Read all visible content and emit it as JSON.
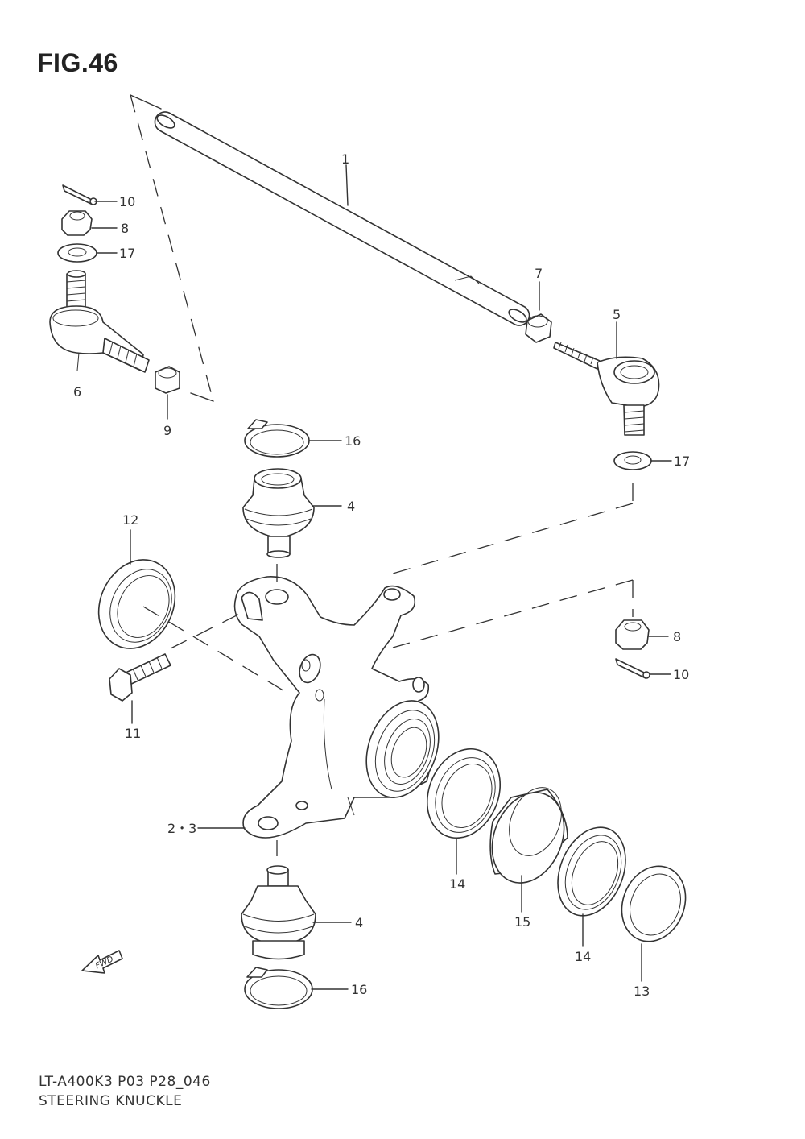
{
  "figure": {
    "title": "FIG.46"
  },
  "footer": {
    "model_code": "LT-A400K3 P03 P28_046",
    "part_name": "STEERING KNUCKLE"
  },
  "fwd_label": "FWD",
  "callouts": {
    "c1": "1",
    "c5": "5",
    "c7": "7",
    "c10a": "10",
    "c8a": "8",
    "c17a": "17",
    "c6": "6",
    "c9": "9",
    "c16a": "16",
    "c4a": "4",
    "c17b": "17",
    "c12": "12",
    "c8b": "8",
    "c10b": "10",
    "c11": "11",
    "c23": "2・3",
    "c14a": "14",
    "c15": "15",
    "c4b": "4",
    "c14b": "14",
    "c16b": "16",
    "c13": "13"
  }
}
